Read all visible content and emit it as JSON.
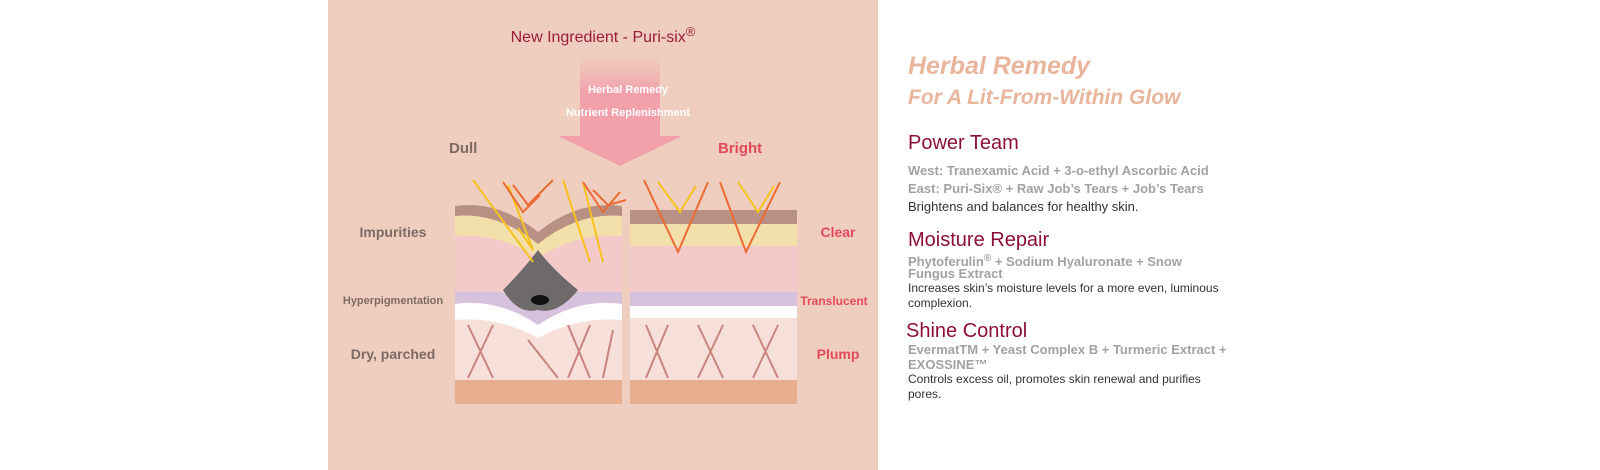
{
  "diagram": {
    "title": "New Ingredient - Puri-six",
    "title_mark": "®",
    "arrow_line1": "Herbal Remedy",
    "arrow_line2": "Nutrient Replenishment",
    "dull_label": "Dull",
    "bright_label": "Bright",
    "left_labels": [
      "Impurities",
      "Hyperpigmentation",
      "Dry, parched"
    ],
    "right_labels": [
      "Clear",
      "Translucent",
      "Plump"
    ],
    "colors": {
      "panel": "#efcebf",
      "title": "#9b1d3a",
      "left_text": "#7d6a64",
      "right_text": "#e24a5a",
      "arrow": "#f2a0aa"
    }
  },
  "info": {
    "headline1": "Herbal Remedy",
    "headline2": "For A Lit-From-Within Glow",
    "power_team": {
      "title": "Power Team",
      "line1": "West: Tranexamic Acid + 3-o-ethyl Ascorbic Acid",
      "line2": "East: Puri-Six® + Raw Job’s Tears + Job’s Tears",
      "desc": "Brightens and balances for healthy skin."
    },
    "moisture_repair": {
      "title": "Moisture Repair",
      "line1a": "Phytoferulin",
      "line1_mark": "®",
      "line1b": " +  Sodium Hyaluronate + Snow",
      "line2": "Fungus Extract",
      "desc1": "Increases skin’s moisture levels for a more even, luminous",
      "desc2": "complexion."
    },
    "shine_control": {
      "title": "Shine Control",
      "line1": "EvermatTM + Yeast Complex B + Turmeric Extract +",
      "line2": "EXOSSINE™",
      "desc1": "Controls excess oil, promotes skin renewal and purifies",
      "desc2": "pores."
    }
  }
}
